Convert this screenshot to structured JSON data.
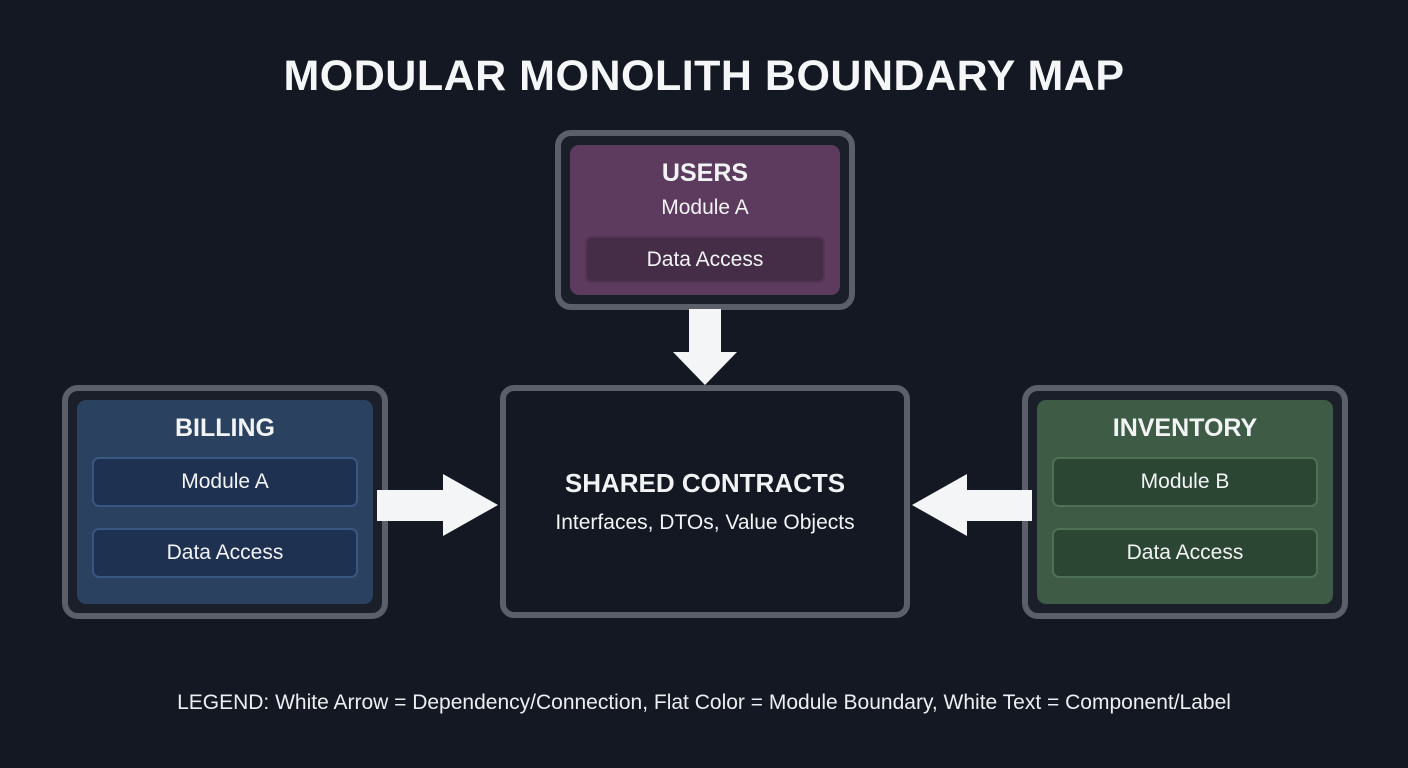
{
  "title": "MODULAR MONOLITH BOUNDARY MAP",
  "modules": {
    "users": {
      "name": "USERS",
      "subtitle": "Module A",
      "components": [
        "Data Access"
      ]
    },
    "billing": {
      "name": "BILLING",
      "components": [
        "Module A",
        "Data Access"
      ]
    },
    "inventory": {
      "name": "INVENTORY",
      "components": [
        "Module B",
        "Data Access"
      ]
    },
    "shared": {
      "name": "SHARED CONTRACTS",
      "subtitle": "Interfaces, DTOs, Value Objects"
    }
  },
  "connections": [
    {
      "from": "USERS",
      "to": "SHARED CONTRACTS",
      "direction": "down"
    },
    {
      "from": "BILLING",
      "to": "SHARED CONTRACTS",
      "direction": "right"
    },
    {
      "from": "INVENTORY",
      "to": "SHARED CONTRACTS",
      "direction": "left"
    }
  ],
  "legend": "LEGEND: White Arrow = Dependency/Connection, Flat Color = Module Boundary, White Text = Component/Label",
  "colors": {
    "background": "#141823",
    "frame_border": "#5a5f6a",
    "arrow": "#f4f5f6",
    "text": "#f2f3f5",
    "users_fill": "#5d3b5e",
    "users_component": "#452c47",
    "billing_fill": "#2a4160",
    "billing_component": "#1e3150",
    "inventory_fill": "#3e5c45",
    "inventory_component": "#2c4634",
    "shared_fill": "#141823"
  }
}
